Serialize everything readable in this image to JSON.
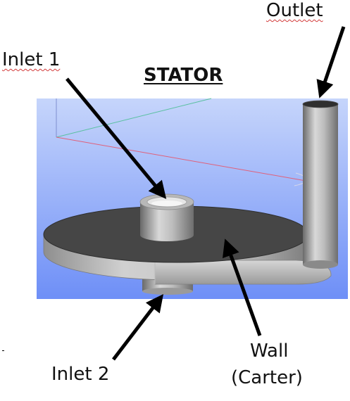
{
  "title": "STATOR",
  "labels": {
    "outlet": "Outlet",
    "inlet1": "Inlet 1",
    "inlet2": "Inlet 2",
    "wall": "Wall",
    "carter": "(Carter)"
  },
  "axis_marker": "x",
  "colors": {
    "viewport_top": "#c6d5fb",
    "viewport_bottom": "#6e8ff7",
    "disk_top": "#464646",
    "arrow": "#000000",
    "axis_x": "#e0607a",
    "axis_y": "#59c0a0"
  }
}
